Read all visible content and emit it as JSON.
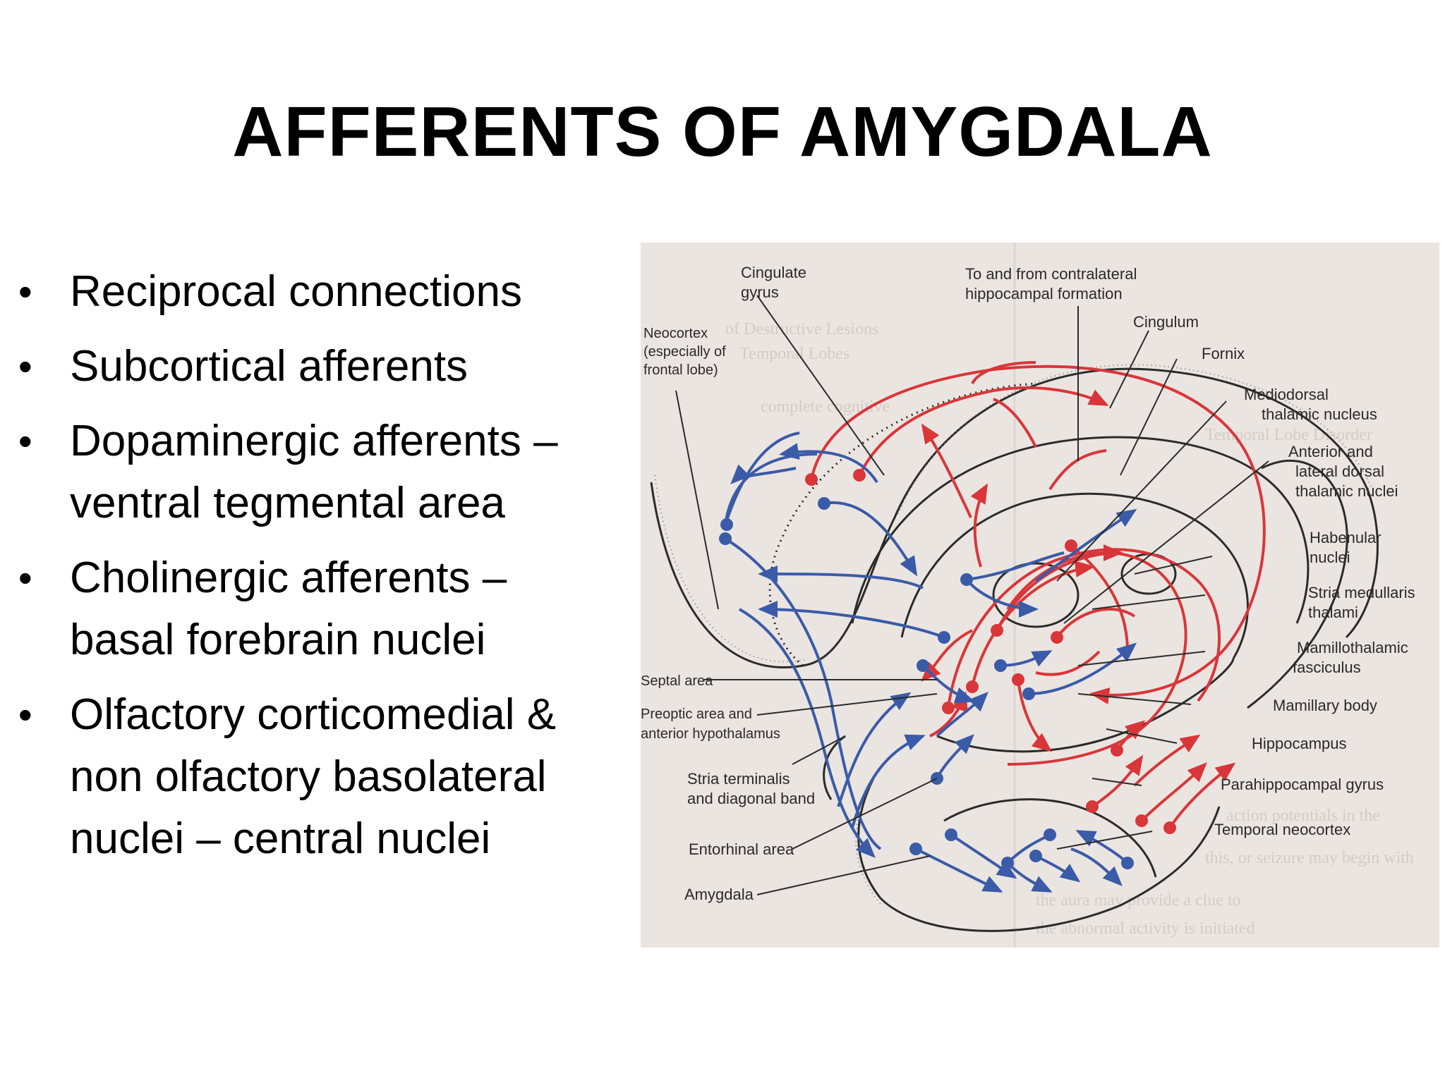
{
  "slide": {
    "title": "AFFERENTS OF AMYGDALA"
  },
  "bullets": [
    {
      "lines": [
        "Reciprocal connections"
      ]
    },
    {
      "lines": [
        "Subcortical afferents"
      ]
    },
    {
      "lines": [
        "Dopaminergic afferents –",
        "ventral tegmental area"
      ]
    },
    {
      "lines": [
        "Cholinergic afferents –",
        "basal forebrain nuclei"
      ]
    },
    {
      "lines": [
        "Olfactory corticomedial &",
        "non olfactory basolateral",
        "nuclei – central nuclei"
      ]
    }
  ],
  "figure": {
    "labels": {
      "cingulate_gyrus": [
        "Cingulate",
        "gyrus"
      ],
      "contralateral": [
        "To and from contralateral",
        "hippocampal formation"
      ],
      "neocortex": [
        "Neocortex",
        "(especially of",
        "frontal lobe)"
      ],
      "cingulum": "Cingulum",
      "fornix": "Fornix",
      "mediodorsal": [
        "Mediodorsal",
        "thalamic nucleus"
      ],
      "anterior_lateral": [
        "Anterior and",
        "lateral dorsal",
        "thalamic nuclei"
      ],
      "habenular": [
        "Habenular",
        "nuclei"
      ],
      "stria_medullaris": [
        "Stria medullaris",
        "thalami"
      ],
      "mamillothalamic": [
        "Mamillothalamic",
        "fasciculus"
      ],
      "septal": "Septal area",
      "preoptic": [
        "Preoptic area and",
        "anterior hypothalamus"
      ],
      "mamillary": "Mamillary body",
      "hippocampus": "Hippocampus",
      "stria_terminalis": [
        "Stria terminalis",
        "and diagonal band"
      ],
      "parahippocampal": "Parahippocampal gyrus",
      "temporal_neocortex": "Temporal neocortex",
      "entorhinal": "Entorhinal area",
      "amygdala": "Amygdala"
    },
    "colors": {
      "efferent_red": "#d9363a",
      "afferent_blue": "#3a5ba8",
      "paper": "#ebe5e1",
      "outline": "#2b2b2b"
    }
  }
}
